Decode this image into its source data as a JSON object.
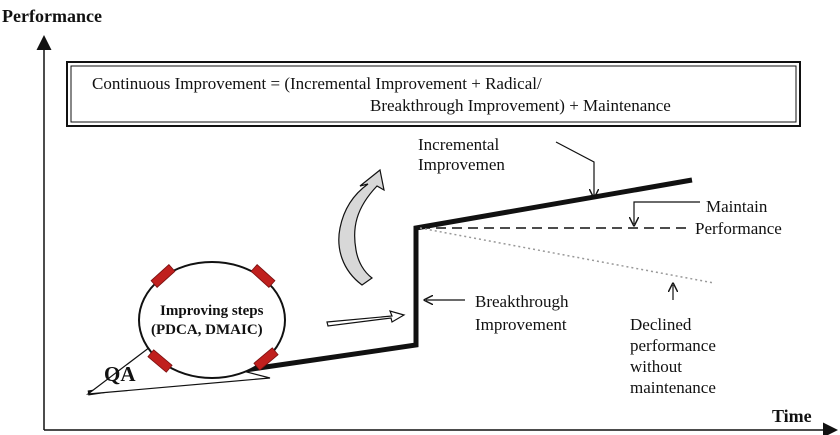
{
  "axes": {
    "y_label": "Performance",
    "x_label": "Time"
  },
  "formula": {
    "line1": "Continuous Improvement = (Incremental Improvement + Radical/",
    "line2": "Breakthrough Improvement) + Maintenance"
  },
  "labels": {
    "incremental_1": "Incremental",
    "incremental_2": "Improvemen",
    "maintain_1": "Maintain",
    "maintain_2": "Performance",
    "breakthrough_1": "Breakthrough",
    "breakthrough_2": "Improvement",
    "declined_1": "Declined",
    "declined_2": "performance",
    "declined_3": "without",
    "declined_4": "maintenance",
    "steps_1": "Improving steps",
    "steps_2": "(PDCA, DMAIC)",
    "qa": "QA"
  },
  "colors": {
    "line": "#111111",
    "handle": "#c0201e",
    "curved_arrow": "#d8d8d8",
    "dotted": "#999999"
  }
}
